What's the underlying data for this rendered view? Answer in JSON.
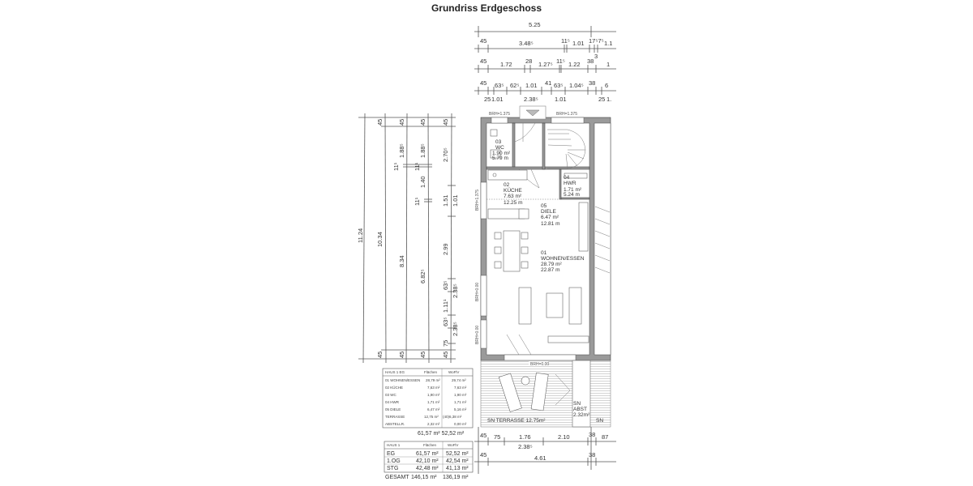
{
  "title": "Grundriss Erdgeschoss",
  "top_dims": {
    "r1": [
      "5.25"
    ],
    "r2": [
      "45",
      "3.48⁵",
      "11⁵",
      "1.01",
      "17⁵7⁵",
      "3",
      "1.1"
    ],
    "r3": [
      "45",
      "1.72",
      "28",
      "1.27⁵",
      "11⁵",
      "1.22",
      "38",
      "1"
    ],
    "r4": [
      "45",
      "63⁵",
      "62⁵",
      "1.01",
      "41",
      "63⁵",
      "1.04⁵",
      "38",
      "6"
    ],
    "r4b": [
      "25",
      "1.01",
      "2.38⁵",
      "1.01",
      "25",
      "1."
    ]
  },
  "left_dims": {
    "c1": [
      "11.24"
    ],
    "c2": [
      "45",
      "10.34",
      "45"
    ],
    "c3": [
      "45",
      "1.88⁵",
      "11¹",
      "8.34",
      "45"
    ],
    "c4": [
      "45",
      "1.88⁵",
      "11¹",
      "1.40",
      "11¹",
      "6.82⁵",
      "45"
    ],
    "c5": [
      "45",
      "2.70⁵",
      "1.51",
      "1.01",
      "2.99",
      "63⁵",
      "2.38⁵",
      "1.11¹",
      "63⁵",
      "2.38⁵",
      "75",
      "45"
    ]
  },
  "brh": {
    "top": "BRH=1.375",
    "left_upper": "BRH=1.375",
    "left_mid": "BRH=0.00",
    "left_low": "BRH=0.00",
    "bottom": "BRH=0.00"
  },
  "rooms": [
    {
      "no": "03",
      "name": "WC",
      "area": "1.90 m²",
      "perimeter": "5.79 m"
    },
    {
      "no": "02",
      "name": "KÜCHE",
      "area": "7.63 m²",
      "perimeter": "12.25 m"
    },
    {
      "no": "04",
      "name": "HWR",
      "area": "1.71 m²",
      "perimeter": "5.24 m"
    },
    {
      "no": "05",
      "name": "DIELE",
      "area": "6.47 m²",
      "perimeter": "12.81 m"
    },
    {
      "no": "01",
      "name": "WOHNEN/ESSEN",
      "area": "28.79 m²",
      "perimeter": "22.87 m"
    }
  ],
  "terrace": {
    "label": "SN TERRASSE 12.75m²",
    "abst1": "SN",
    "abst2": "ABST",
    "abst3": "2.32m²",
    "neighbor": "SN"
  },
  "bottom_dims": {
    "r1": [
      "45",
      "75",
      "1.76",
      "2.10",
      "38",
      "87"
    ],
    "r1b": [
      "2.38⁵"
    ],
    "r2": [
      "45",
      "4.61",
      "38"
    ]
  },
  "area_table": {
    "headers": [
      "HAUS 1 EG",
      "Flächen",
      "WoFlV"
    ],
    "rows": [
      [
        "01 WOHNEN/ESSEN",
        "28,79 m²",
        "29,74 m²"
      ],
      [
        "02 KÜCHE",
        "7,63 m²",
        "7,63 m²"
      ],
      [
        "03 WC",
        "1,90 m²",
        "1,90 m²"
      ],
      [
        "04 HWR",
        "1,71 m²",
        "1,71 m²"
      ],
      [
        "05 DIELE",
        "6,47 m²",
        "5,16 m²"
      ],
      [
        "TERRASSE",
        "12,75 m²",
        "(40)6,38 m²"
      ],
      [
        "ABSTELLR.",
        "2,32 m²",
        "0,00 m²"
      ]
    ],
    "total": "61,57 m² 52,52 m²"
  },
  "summary_table": {
    "headers": [
      "HAUS 1",
      "Flächen",
      "WoFlV"
    ],
    "rows": [
      [
        "EG",
        "61,57 m²",
        "52,52 m²"
      ],
      [
        "1.OG",
        "42,10 m²",
        "42,54 m²"
      ],
      [
        "STG",
        "42,48 m²",
        "41,13 m²"
      ]
    ],
    "total_label": "GESAMT",
    "total_area": "146,15 m²",
    "total_wofl": "136,19 m²"
  }
}
